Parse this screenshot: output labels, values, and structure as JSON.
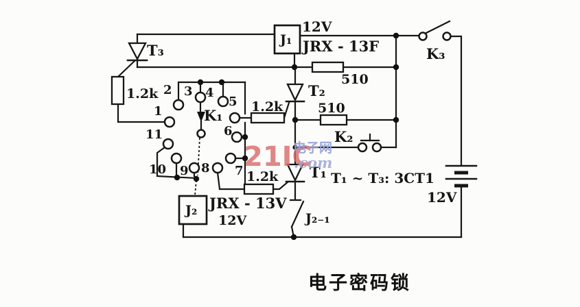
{
  "title": "电子密码锁",
  "watermark": {
    "brand": "21IC",
    "site_cn": "电子网",
    "site_suffix": ".com"
  },
  "power": {
    "battery_voltage": "12V",
    "note": "T₁ ~ T₃:  3CT1"
  },
  "thyristors": {
    "t1": "T₁",
    "t2": "T₂",
    "t3": "T₃"
  },
  "switches": {
    "k1": "K₁",
    "k2": "K₂",
    "k3": "K₃"
  },
  "relays": {
    "j1": {
      "label": "J₁",
      "voltage": "12V",
      "model": "JRX - 13F"
    },
    "j2": {
      "label": "J₂",
      "voltage": "12V",
      "model": "JRX - 13V"
    },
    "j2_contact": "J₂₋₁"
  },
  "resistors": {
    "r_gate3": "1.2k",
    "r_gate2": "1.2k",
    "r_gate1": "1.2k",
    "r510_top": "510",
    "r510_mid": "510"
  },
  "k1_contacts": [
    "1",
    "2",
    "3",
    "4",
    "5",
    "6",
    "7",
    "8",
    "9",
    "10",
    "11"
  ]
}
